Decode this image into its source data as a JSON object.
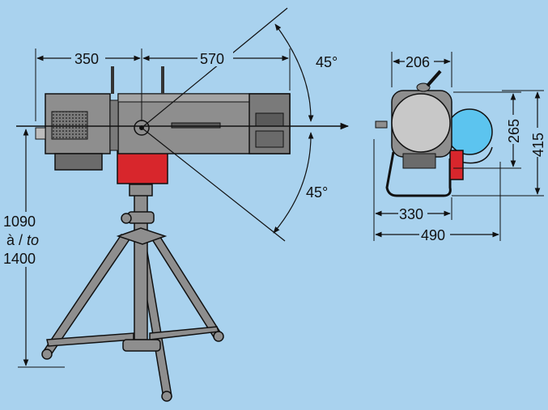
{
  "colors": {
    "background": "#a9d2ee",
    "body": "#8e8e8e",
    "body_dark": "#6b6b6b",
    "red": "#d8262c",
    "lens": "#c8c8c8",
    "blue": "#5cc4ef",
    "line": "#111111"
  },
  "dimensions": {
    "d350": "350",
    "d570": "570",
    "angle_top": "45°",
    "angle_bottom": "45°",
    "height_min": "1090",
    "height_sep_a": "à / ",
    "height_sep_to": "to",
    "height_max": "1400",
    "d206": "206",
    "d265": "265",
    "d415": "415",
    "d330": "330",
    "d490": "490"
  }
}
